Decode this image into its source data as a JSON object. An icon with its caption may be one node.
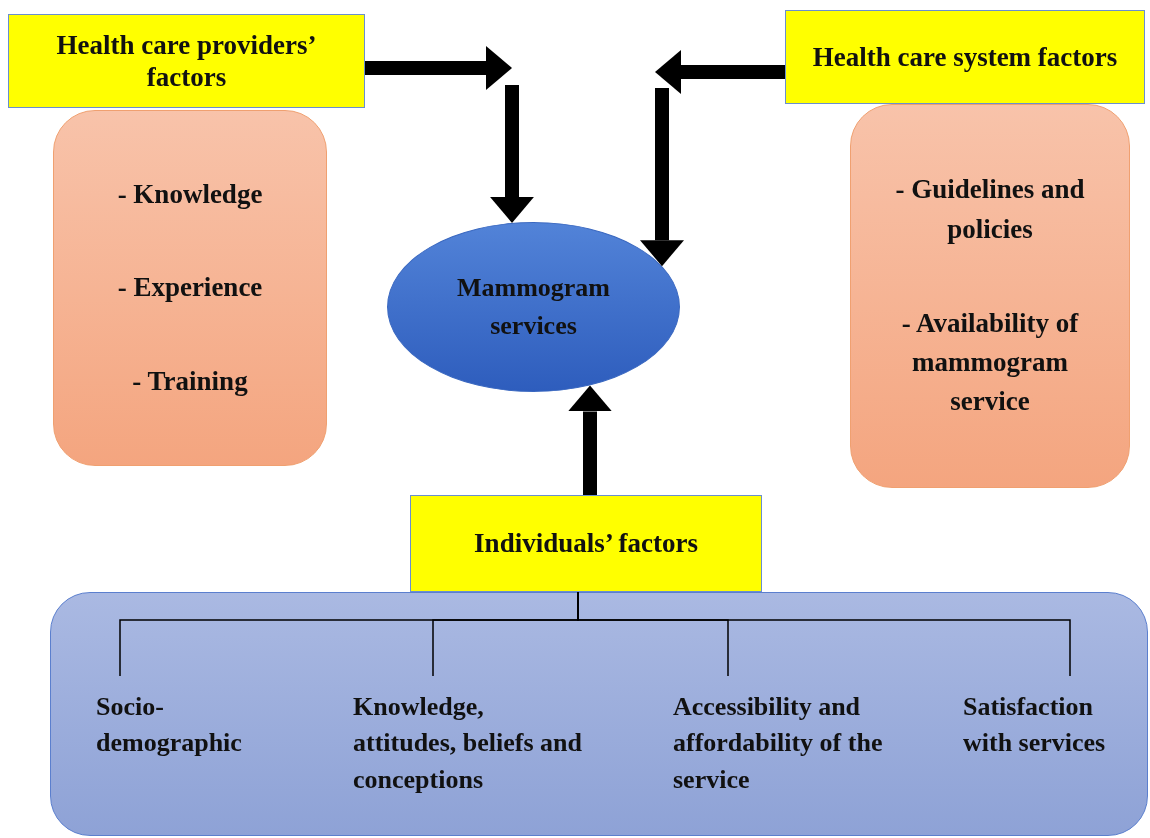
{
  "diagram": {
    "nodes": [
      {
        "text": [
          "Health care providers’ factors"
        ]
      },
      {
        "text": [
          "- Knowledge",
          "- Experience",
          "- Training"
        ]
      },
      {
        "text": [
          "Health care system factors"
        ]
      },
      {
        "text": [
          "- Guidelines and policies",
          "- Availability of mammogram service"
        ]
      },
      {
        "text": [
          "Mammogram services"
        ]
      },
      {
        "text": [
          "Individuals’ factors"
        ]
      },
      {
        "text": [],
        "shape": "box"
      },
      {
        "text": [
          "Socio-demographic"
        ],
        "in": 6
      },
      {
        "text": [
          "Knowledge, attitudes, beliefs and conceptions"
        ],
        "in": 6
      },
      {
        "text": [
          "Accessibility and affordability of the service"
        ],
        "in": 6
      },
      {
        "text": [
          "Satisfaction with services"
        ],
        "in": 6
      }
    ],
    "edges": [
      {
        "from": 0,
        "to": null,
        "arrow": "to"
      },
      {
        "from": null,
        "to": 4,
        "arrow": "to"
      },
      {
        "from": 2,
        "to": null,
        "arrow": "to"
      },
      {
        "from": null,
        "to": 4,
        "arrow": "to"
      },
      {
        "from": 5,
        "to": 4,
        "arrow": "to"
      },
      {
        "from": 5,
        "to": 7,
        "arrow": "none"
      },
      {
        "from": 5,
        "to": 8,
        "arrow": "none"
      },
      {
        "from": 5,
        "to": 9,
        "arrow": "none"
      },
      {
        "from": 5,
        "to": 10,
        "arrow": "none"
      }
    ]
  }
}
